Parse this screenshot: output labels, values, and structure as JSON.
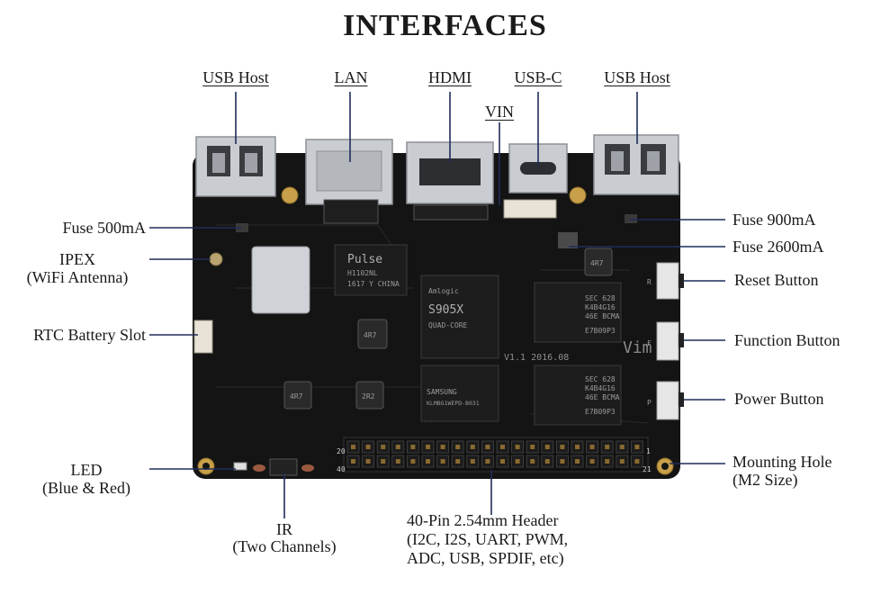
{
  "title": "INTERFACES",
  "labels": {
    "usb_host_left": "USB Host",
    "lan": "LAN",
    "hdmi": "HDMI",
    "vin": "VIN",
    "usb_c": "USB-C",
    "usb_host_right": "USB Host",
    "fuse_500": "Fuse 500mA",
    "ipex_line1": "IPEX",
    "ipex_line2": "(WiFi Antenna)",
    "rtc": "RTC Battery Slot",
    "led_line1": "LED",
    "led_line2": "(Blue & Red)",
    "ir_line1": "IR",
    "ir_line2": "(Two Channels)",
    "header_line1": "40-Pin 2.54mm Header",
    "header_line2": "(I2C,  I2S, UART, PWM,",
    "header_line3": "ADC, USB, SPDIF, etc)",
    "fuse_900": "Fuse 900mA",
    "fuse_2600": "Fuse 2600mA",
    "reset": "Reset Button",
    "function": "Function Button",
    "power": "Power Button",
    "mount_line1": "Mounting Hole",
    "mount_line2": "(M2 Size)"
  },
  "board_text": {
    "pulse_brand": "Pulse",
    "pulse_part": "H1102NL",
    "pulse_code": "1617 Y CHINA",
    "soc_brand": "Amlogic",
    "soc_model": "S905X",
    "soc_sub": "QUAD-CORE",
    "version": "V1.1 2016.08",
    "board_name": "Vim",
    "ram_top_1": "SEC 628",
    "ram_top_2": "K4B4G16",
    "ram_top_3": "46E BCMA",
    "ram_top_4": "E7B09P3",
    "ram_bot_1": "SEC 628",
    "ram_bot_2": "K4B4G16",
    "ram_bot_3": "46E BCMA",
    "ram_bot_4": "E7B09P3",
    "emmc_1": "SAMSUNG",
    "emmc_2": "KLMBG1WEPD-B031",
    "inductor_1": "4R7",
    "inductor_2": "4R7",
    "inductor_3": "2R2",
    "inductor_4": "4R7",
    "header_pin_20": "20",
    "header_pin_40": "40",
    "header_pin_1": "1",
    "header_pin_21": "21",
    "btn_r": "R",
    "btn_f": "F",
    "btn_p": "P"
  },
  "colors": {
    "board": "#141414",
    "leader_lines": "#1f2d5a",
    "connector_silver": "#c9ccd1",
    "mount_hole_gold": "#c8a04a"
  }
}
